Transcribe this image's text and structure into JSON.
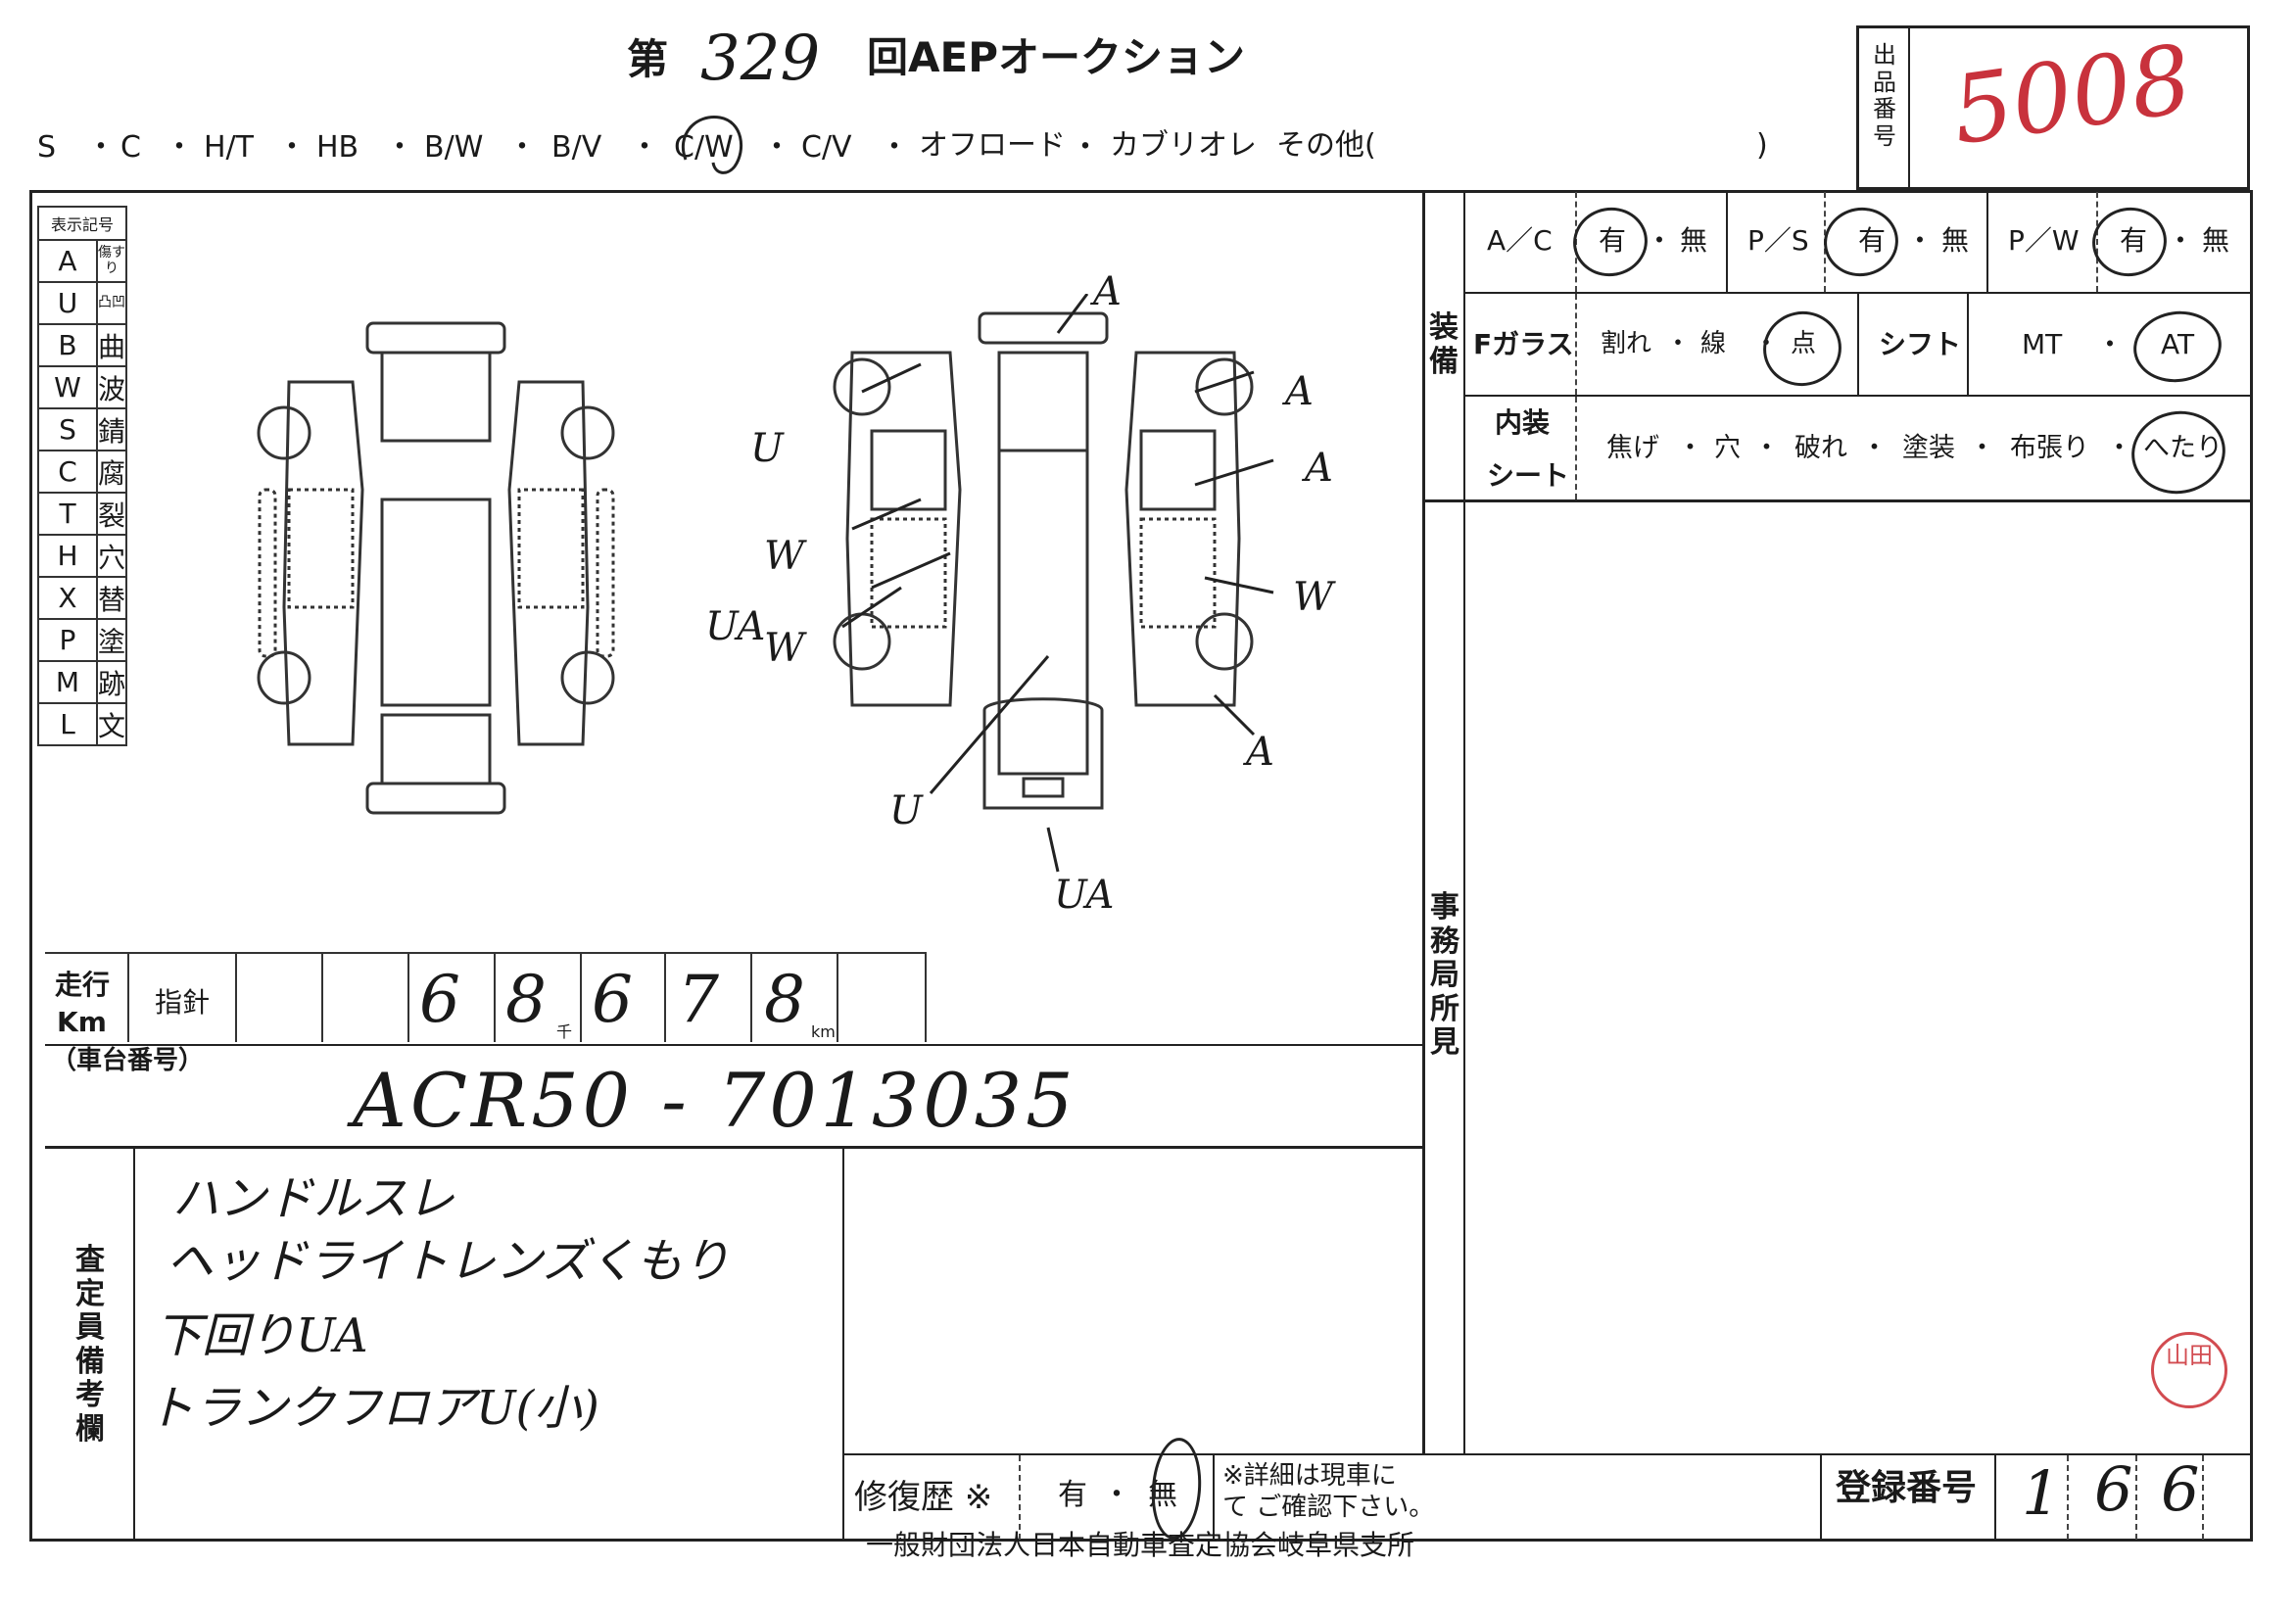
{
  "header": {
    "title_prefix": "第",
    "auction_round": "329",
    "auction_name": "回AEPオークション",
    "body_types": [
      "S",
      "C",
      "H/T",
      "HB",
      "B/W",
      "B/V",
      "C/W",
      "C/V",
      "オフロード",
      "カブリオレ",
      "その他("
    ],
    "body_type_close": ")",
    "lot_label": [
      "出",
      "品",
      "番",
      "号"
    ],
    "lot_number": "5008"
  },
  "legend": {
    "title": "表示記号",
    "items": [
      {
        "code": "A",
        "meaning": "傷すり"
      },
      {
        "code": "U",
        "meaning": "凸凹"
      },
      {
        "code": "B",
        "meaning": "曲"
      },
      {
        "code": "W",
        "meaning": "波"
      },
      {
        "code": "S",
        "meaning": "錆"
      },
      {
        "code": "C",
        "meaning": "腐"
      },
      {
        "code": "T",
        "meaning": "裂"
      },
      {
        "code": "H",
        "meaning": "穴"
      },
      {
        "code": "X",
        "meaning": "替"
      },
      {
        "code": "P",
        "meaning": "塗"
      },
      {
        "code": "M",
        "meaning": "跡"
      },
      {
        "code": "L",
        "meaning": "文"
      }
    ]
  },
  "diagram_marks": [
    "A",
    "A",
    "A",
    "U",
    "W",
    "UA",
    "W",
    "W",
    "A",
    "U",
    "UA"
  ],
  "equipment": {
    "section_label": [
      "装",
      "備"
    ],
    "ac": {
      "label": "A／C",
      "options": [
        "有",
        "無"
      ]
    },
    "ps": {
      "label": "P／S",
      "options": [
        "有",
        "無"
      ]
    },
    "pw": {
      "label": "P／W",
      "options": [
        "有",
        "無"
      ]
    },
    "glass": {
      "label": "Fガラス",
      "options": [
        "割れ",
        "線",
        "点"
      ]
    },
    "shift": {
      "label": "シフト",
      "options": [
        "MT",
        "AT"
      ]
    },
    "interior": {
      "label_top": "内装",
      "label_bottom": "シート",
      "options": [
        "焦げ",
        "穴",
        "破れ",
        "塗装",
        "布張り",
        "へたり"
      ]
    }
  },
  "office_label": [
    "事",
    "務",
    "局",
    "所",
    "見"
  ],
  "mileage": {
    "label_top": "走行",
    "label_bottom": "Km",
    "indicator_label": "指針",
    "digits": [
      "6",
      "8",
      "6",
      "7",
      "8"
    ],
    "thousand_unit": "千",
    "km_unit": "km"
  },
  "chassis": {
    "label": "（車台番号）",
    "value": "ACR50 - 7013035"
  },
  "remarks": {
    "label": [
      "査",
      "定",
      "員",
      "備",
      "考",
      "欄"
    ],
    "lines": [
      "ハンドルスレ",
      "ヘッドライトレンズくもり",
      "下回りUA",
      "トランクフロアU(小)"
    ]
  },
  "repair": {
    "label": "修復歴 ※",
    "options": [
      "有",
      "無"
    ],
    "note_line1": "※詳細は現車に",
    "note_line2": "て ご確認下さい。"
  },
  "registration": {
    "label": "登録番号",
    "digits": [
      "1",
      "6",
      "6"
    ]
  },
  "footer": "一般財団法人日本自動車査定協会岐阜県支所",
  "seal_text": "山田"
}
